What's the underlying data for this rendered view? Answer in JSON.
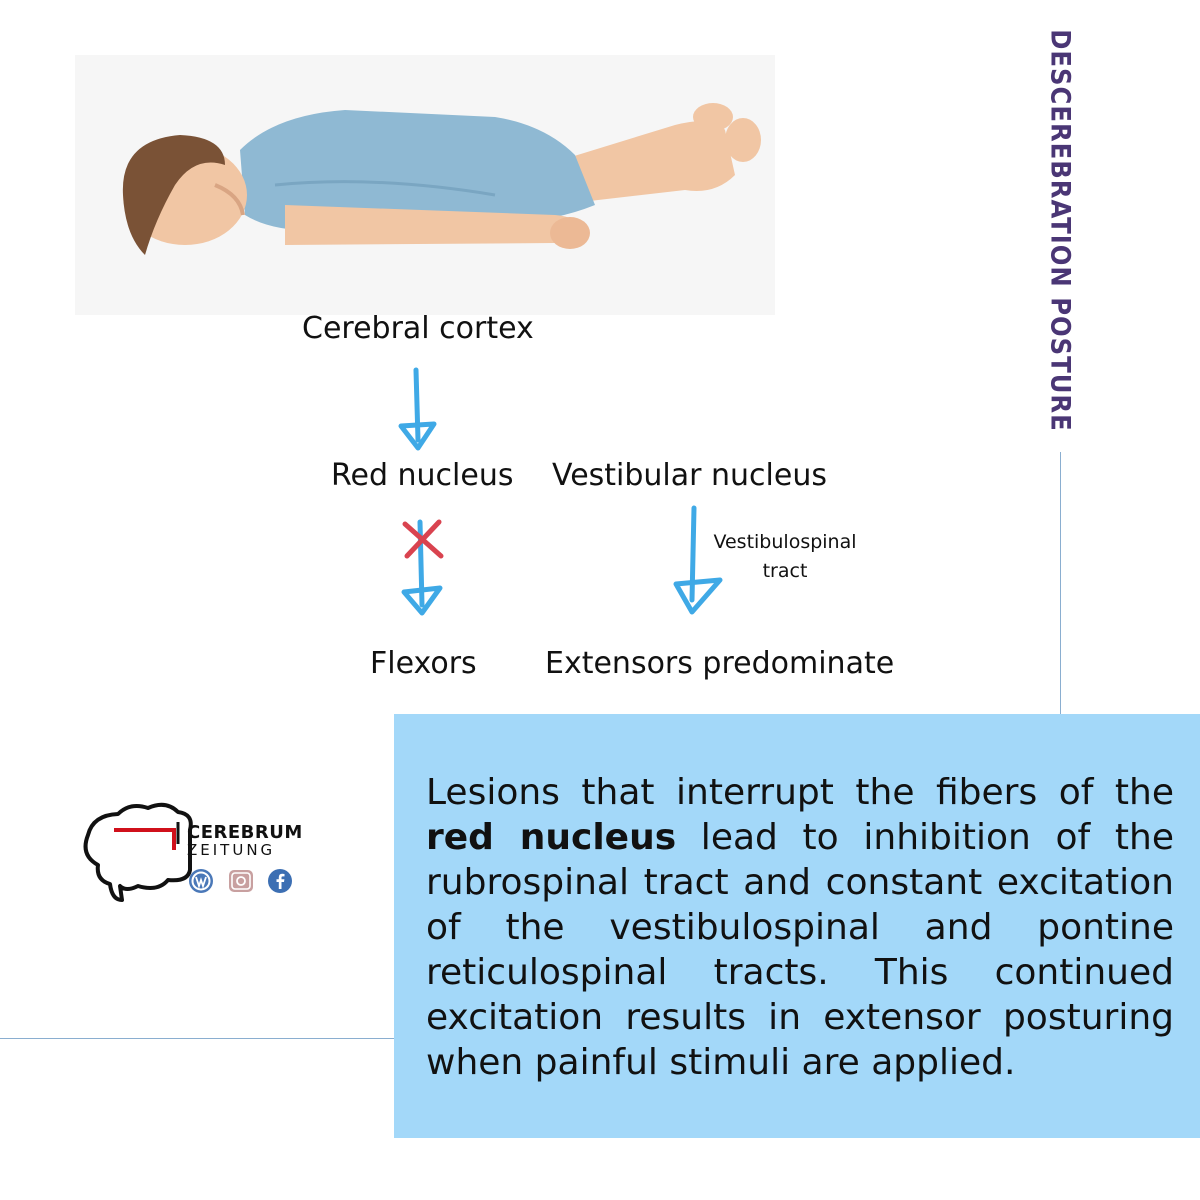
{
  "title": "DESCEREBRATION POSTURE",
  "diagram": {
    "cerebral_cortex": "Cerebral cortex",
    "red_nucleus": "Red nucleus",
    "vestibular_nucleus": "Vestibular nucleus",
    "vestibulospinal_tract_line1": "Vestibulospinal",
    "vestibulospinal_tract_line2": "tract",
    "flexors": "Flexors",
    "extensors": "Extensors predominate"
  },
  "paragraph": {
    "before": "Lesions that interrupt the fibers of the ",
    "bold": "red nucleus",
    "after": " lead to inhibition of the rubrospinal tract and constant excitation of the vestibulospinal and pontine reticulospinal tracts. This continued excitation results in extensor posturing when painful stimuli are applied."
  },
  "logo": {
    "word1": "CEREBRUM",
    "word2": "ZEITUNG"
  },
  "colors": {
    "arrow": "#3fa9e6",
    "cross": "#d9434f",
    "title": "#4a3675",
    "box": "#a3d8f9",
    "logo_accent": "#d0101b"
  },
  "icons": [
    "wordpress-icon",
    "instagram-icon",
    "facebook-icon"
  ]
}
